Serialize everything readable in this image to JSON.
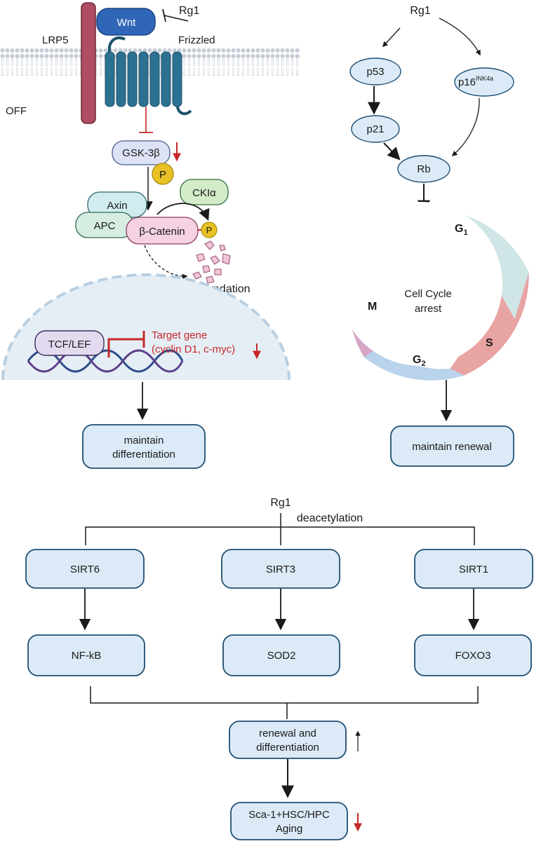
{
  "wnt_panel": {
    "wnt": "Wnt",
    "rg1": "Rg1",
    "lrp5": "LRP5",
    "frizzled": "Frizzled",
    "off": "OFF",
    "gsk3b": "GSK-3β",
    "p": "P",
    "ckia": "CKIα",
    "axin": "Axin",
    "apc": "APC",
    "beta_catenin": "β-Catenin",
    "degradation": "degradation",
    "tcf_lef": "TCF/LEF",
    "target_gene_line1": "Target gene",
    "target_gene_line2": "(cyclin D1, c-myc)",
    "outcome_line1": "maintain",
    "outcome_line2": "differentiation"
  },
  "cell_cycle_panel": {
    "rg1": "Rg1",
    "p53": "p53",
    "p16": "p16",
    "p16_sup": "INK4a",
    "p21": "p21",
    "rb": "Rb",
    "g1": "G",
    "g1_sub": "1",
    "g2": "G",
    "g2_sub": "2",
    "s": "S",
    "m": "M",
    "center_line1": "Cell Cycle",
    "center_line2": "arrest",
    "outcome": "maintain renewal"
  },
  "sirt_panel": {
    "rg1": "Rg1",
    "deacetylation": "deacetylation",
    "sirt6": "SIRT6",
    "sirt3": "SIRT3",
    "sirt1": "SIRT1",
    "nfkb": "NF-kB",
    "sod2": "SOD2",
    "foxo3": "FOXO3",
    "renewal_line1": "renewal and",
    "renewal_line2": "differentiation",
    "aging_line1": "Sca-1+HSC/HPC",
    "aging_line2": "Aging"
  },
  "colors": {
    "box_fill": "#dceaf7",
    "box_stroke": "#1e4f73",
    "receptor": "#2d7192",
    "lrp5": "#b04c64",
    "red": "#c52828",
    "g1": "#cfe5e6",
    "s": "#e8a3a3",
    "g2": "#b8d3eb",
    "m": "#d7a6c6"
  }
}
